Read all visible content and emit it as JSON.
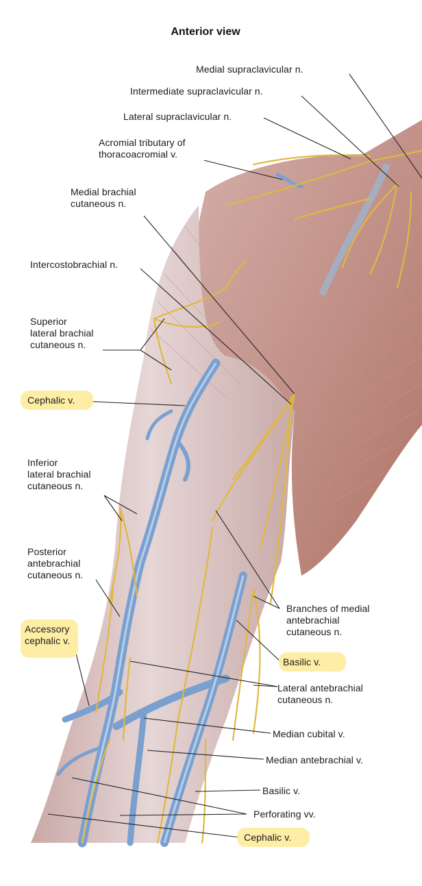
{
  "title": "Anterior view",
  "labels": {
    "medial_supraclavicular": "Medial supraclavicular n.",
    "intermediate_supraclavicular": "Intermediate supraclavicular n.",
    "lateral_supraclavicular": "Lateral supraclavicular n.",
    "acromial_tributary": "Acromial tributary of\nthoracoacromial v.",
    "medial_brachial_cutaneous": "Medial brachial\ncutaneous n.",
    "intercostobrachial": "Intercostobrachial n.",
    "superior_lateral_brachial": "Superior\nlateral brachial\ncutaneous n.",
    "cephalic_upper": "Cephalic v.",
    "inferior_lateral_brachial": "Inferior\nlateral brachial\ncutaneous n.",
    "posterior_antebrachial": "Posterior\nantebrachial\ncutaneous n.",
    "accessory_cephalic": "Accessory\ncephalic v.",
    "branches_medial_antebrachial": "Branches of medial\nantebrachial\ncutaneous n.",
    "basilic_upper": "Basilic v.",
    "lateral_antebrachial": "Lateral antebrachial\ncutaneous n.",
    "median_cubital": "Median cubital v.",
    "median_antebrachial": "Median antebrachial v.",
    "basilic_lower": "Basilic v.",
    "perforating": "Perforating vv.",
    "cephalic_lower": "Cephalic v."
  },
  "colors": {
    "skin": "#d8b8b0",
    "muscle": "#b8746a",
    "vein": "#7aa0d0",
    "nerve": "#e0b840",
    "highlight": "#fdeca0"
  }
}
